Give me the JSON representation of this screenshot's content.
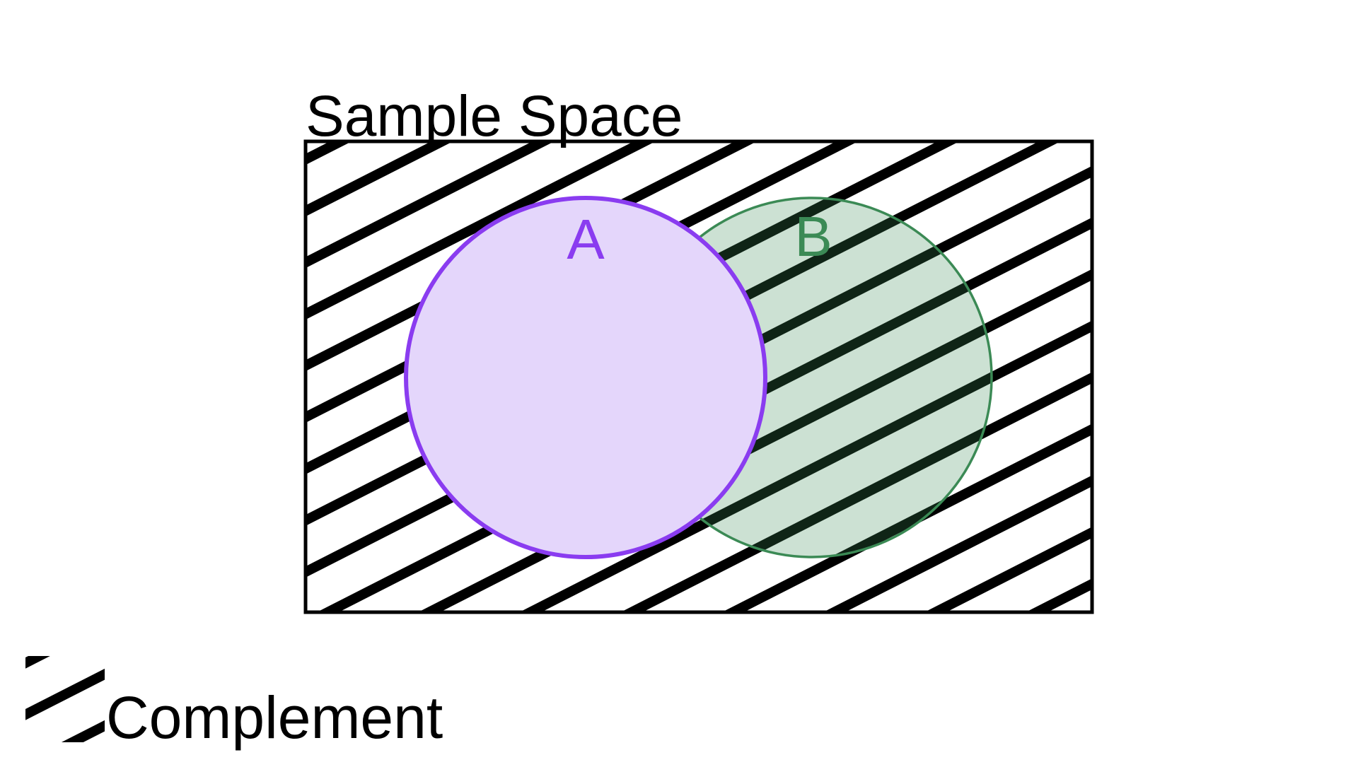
{
  "diagram": {
    "sample_space": {
      "title": "Sample Space",
      "hatch_color": "#000000",
      "border_color": "#000000"
    },
    "set_a": {
      "label": "A",
      "stroke_color": "#8a3cf0",
      "fill_color": "#e4d6fb"
    },
    "set_b": {
      "label": "B",
      "stroke_color": "#3b8a55",
      "fill_color": "#3b8a55"
    },
    "legend": {
      "label": "Complement"
    }
  }
}
